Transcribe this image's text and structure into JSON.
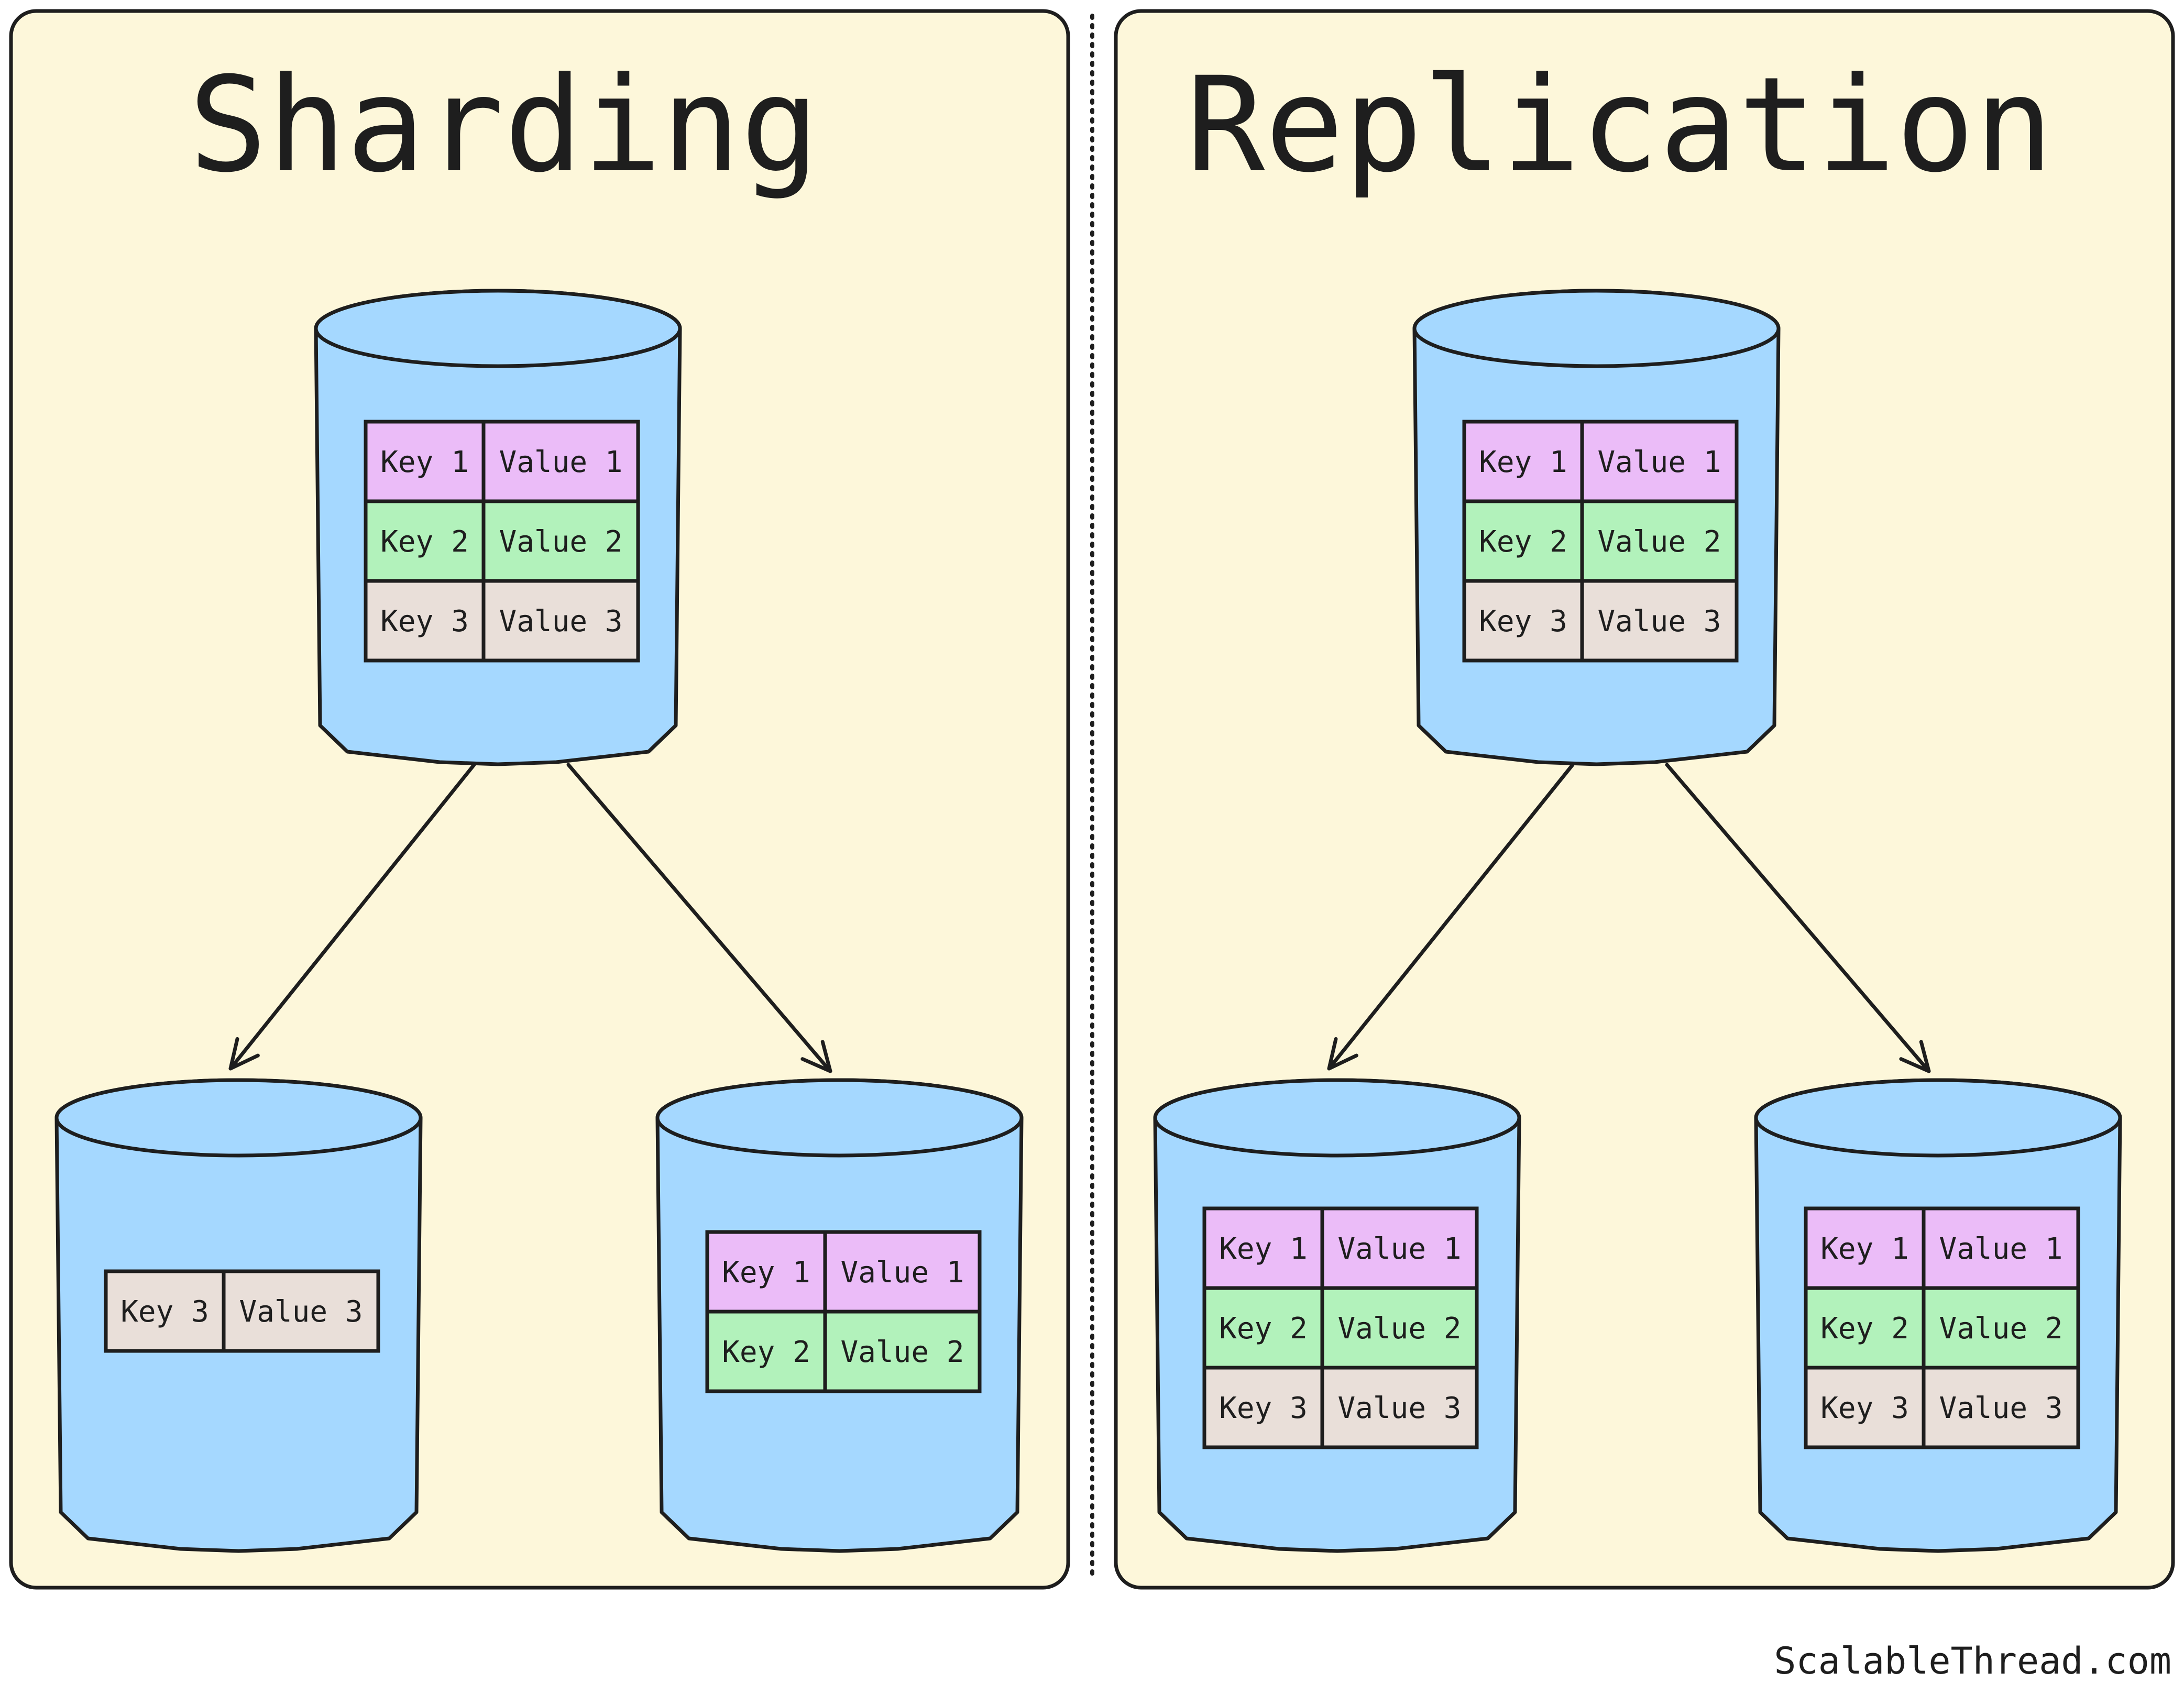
{
  "colors": {
    "panel_fill": "#fdf7da",
    "cylinder_fill": "#a5d8ff",
    "row_1": "#ebbcf8",
    "row_2": "#b2f2bb",
    "row_3": "#e9dfd9",
    "stroke": "#1e1e1e"
  },
  "left_panel": {
    "title": "Sharding",
    "top_db": {
      "rows": [
        [
          "Key 1",
          "Value 1"
        ],
        [
          "Key 2",
          "Value 2"
        ],
        [
          "Key 3",
          "Value 3"
        ]
      ]
    },
    "left_db": {
      "rows": [
        [
          "Key 3",
          "Value 3"
        ]
      ]
    },
    "right_db": {
      "rows": [
        [
          "Key 1",
          "Value 1"
        ],
        [
          "Key 2",
          "Value 2"
        ]
      ]
    }
  },
  "right_panel": {
    "title": "Replication",
    "top_db": {
      "rows": [
        [
          "Key 1",
          "Value 1"
        ],
        [
          "Key 2",
          "Value 2"
        ],
        [
          "Key 3",
          "Value 3"
        ]
      ]
    },
    "left_db": {
      "rows": [
        [
          "Key 1",
          "Value 1"
        ],
        [
          "Key 2",
          "Value 2"
        ],
        [
          "Key 3",
          "Value 3"
        ]
      ]
    },
    "right_db": {
      "rows": [
        [
          "Key 1",
          "Value 1"
        ],
        [
          "Key 2",
          "Value 2"
        ],
        [
          "Key 3",
          "Value 3"
        ]
      ]
    }
  },
  "footer": {
    "brand": "ScalableThread.com"
  }
}
